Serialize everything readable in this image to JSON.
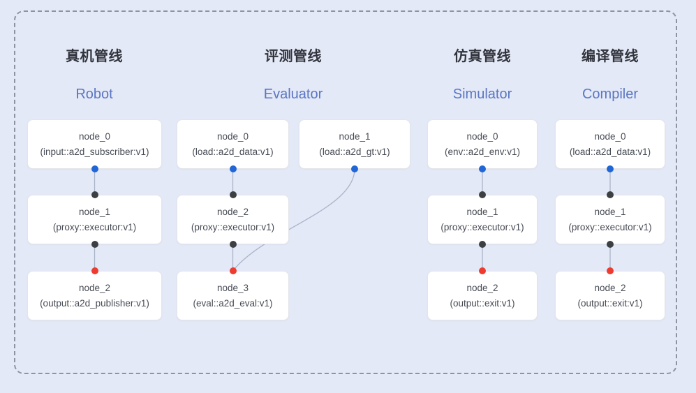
{
  "diagram": {
    "pipelines": [
      {
        "title_zh": "真机管线",
        "title_en": "Robot",
        "nodes": [
          {
            "name": "node_0",
            "type": "(input::a2d_subscriber:v1)"
          },
          {
            "name": "node_1",
            "type": "(proxy::executor:v1)"
          },
          {
            "name": "node_2",
            "type": "(output::a2d_publisher:v1)"
          }
        ]
      },
      {
        "title_zh": "评测管线",
        "title_en": "Evaluator",
        "nodes": [
          {
            "name": "node_0",
            "type": "(load::a2d_data:v1)"
          },
          {
            "name": "node_1",
            "type": "(load::a2d_gt:v1)"
          },
          {
            "name": "node_2",
            "type": "(proxy::executor:v1)"
          },
          {
            "name": "node_3",
            "type": "(eval::a2d_eval:v1)"
          }
        ]
      },
      {
        "title_zh": "仿真管线",
        "title_en": "Simulator",
        "nodes": [
          {
            "name": "node_0",
            "type": "(env::a2d_env:v1)"
          },
          {
            "name": "node_1",
            "type": "(proxy::executor:v1)"
          },
          {
            "name": "node_2",
            "type": "(output::exit:v1)"
          }
        ]
      },
      {
        "title_zh": "编译管线",
        "title_en": "Compiler",
        "nodes": [
          {
            "name": "node_0",
            "type": "(load::a2d_data:v1)"
          },
          {
            "name": "node_1",
            "type": "(proxy::executor:v1)"
          },
          {
            "name": "node_2",
            "type": "(output::exit:v1)"
          }
        ]
      }
    ],
    "colors": {
      "background": "#e4e9f7",
      "frame_dash": "#8d93a3",
      "box_fill": "#ffffff",
      "box_border": "#e3e5ea",
      "edge": "#a9b4c8",
      "dot_blue": "#2166d5",
      "dot_dark": "#3c4043",
      "dot_red": "#ee3b2f",
      "title_zh": "#32343c",
      "title_en": "#5b76c2",
      "node_text": "#474b54"
    }
  }
}
